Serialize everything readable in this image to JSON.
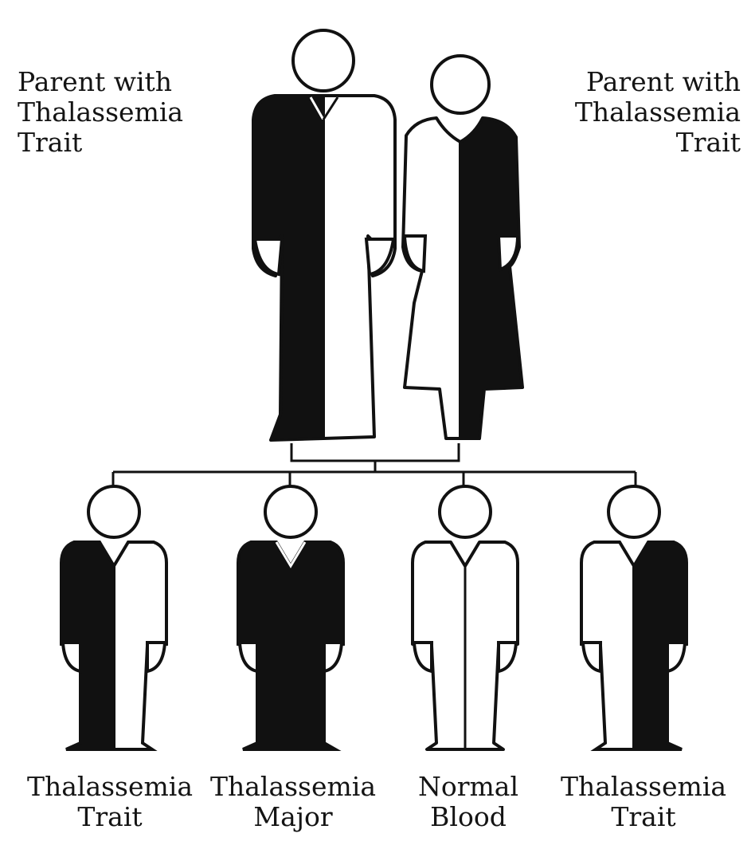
{
  "parents": {
    "father": {
      "label_lines": [
        "Parent with",
        "Thalassemia",
        "Trait"
      ],
      "status": "trait"
    },
    "mother": {
      "label_lines": [
        "Parent with",
        "Thalassemia",
        "Trait"
      ],
      "status": "trait"
    }
  },
  "children": [
    {
      "label_lines": [
        "Thalassemia",
        "Trait"
      ],
      "status": "trait-left"
    },
    {
      "label_lines": [
        "Thalassemia",
        "Major"
      ],
      "status": "major"
    },
    {
      "label_lines": [
        "Normal",
        "Blood"
      ],
      "status": "normal"
    },
    {
      "label_lines": [
        "Thalassemia",
        "Trait"
      ],
      "status": "trait-right"
    }
  ],
  "colors": {
    "affected": "#111111",
    "unaffected": "#ffffff",
    "outline": "#111111"
  }
}
